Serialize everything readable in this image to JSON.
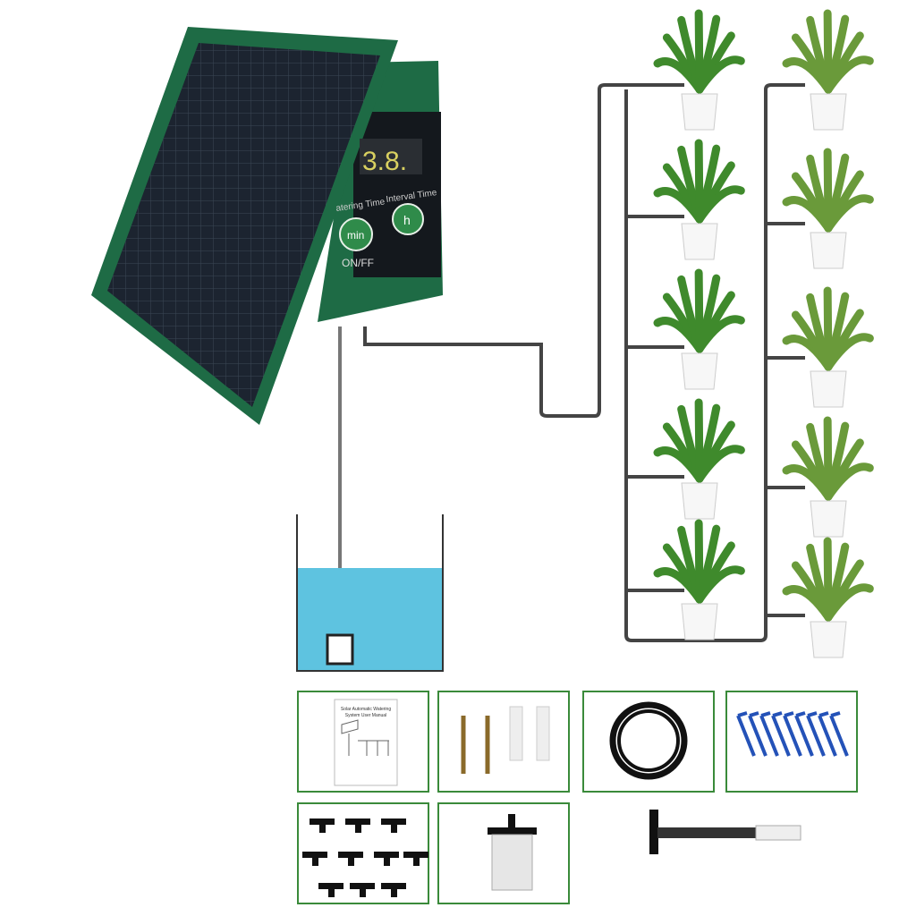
{
  "controller": {
    "display_value": "3.8.",
    "watering_label": "atering Time",
    "interval_label": "Interval Time",
    "min_button": "min",
    "hour_button": "h",
    "onoff_label": "ON/FF"
  },
  "manual": {
    "title_line1": "Solar Automatic Watering",
    "title_line2": "System User Manual"
  },
  "accessories": [
    "user-manual",
    "screws-and-anchors",
    "tubing-coil",
    "drip-stakes",
    "tee-connectors",
    "water-filter",
    "tee-valve-connector"
  ],
  "colors": {
    "housing": "#1e6b45",
    "panel": "#1c2430",
    "water": "#5ec3e0",
    "box_border": "#3a8a3a",
    "tubing": "#444444",
    "stake": "#2452b8"
  },
  "plants": {
    "left_column": 5,
    "right_column": 5
  }
}
